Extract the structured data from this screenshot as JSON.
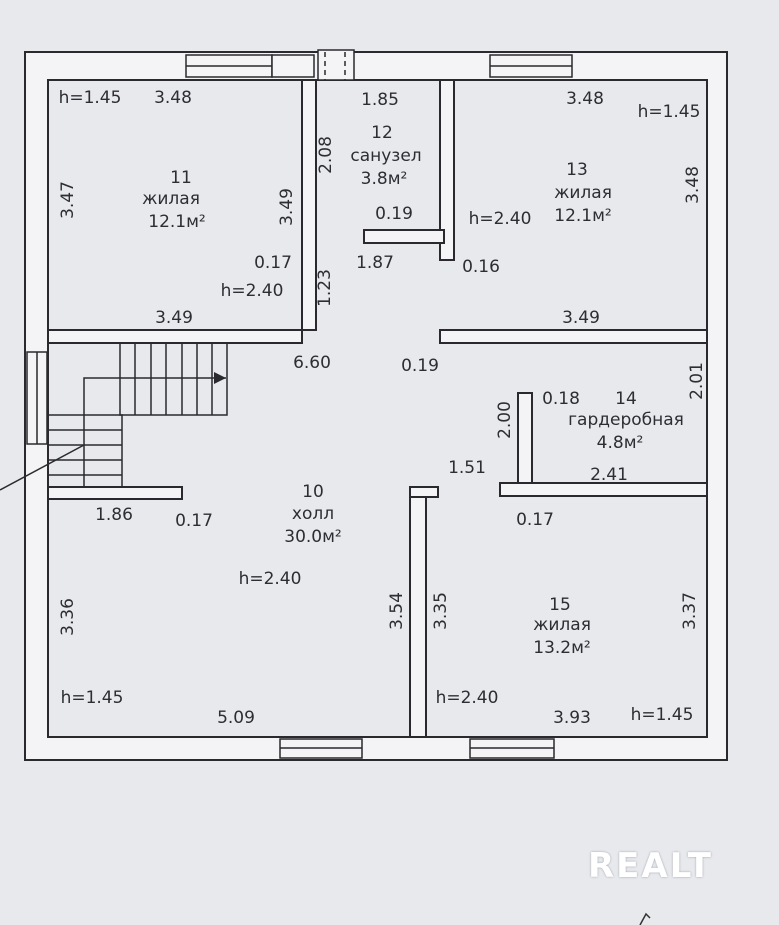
{
  "rooms": [
    {
      "num": "11",
      "type": "жилая",
      "area": "12.1м²"
    },
    {
      "num": "12",
      "type": "санузел",
      "area": "3.8м²"
    },
    {
      "num": "13",
      "type": "жилая",
      "area": "12.1м²"
    },
    {
      "num": "14",
      "type": "гардеробная",
      "area": "4.8м²"
    },
    {
      "num": "10",
      "type": "холл",
      "area": "30.0м²"
    },
    {
      "num": "15",
      "type": "жилая",
      "area": "13.2м²"
    }
  ],
  "heights": [
    "h=1.45",
    "h=1.45",
    "h=2.40",
    "h=2.40",
    "h=2.40",
    "h=1.45",
    "h=2.40",
    "h=1.45"
  ],
  "dims": [
    "3.48",
    "1.85",
    "3.48",
    "2.08",
    "3.47",
    "3.49",
    "3.48",
    "0.19",
    "0.17",
    "1.87",
    "0.16",
    "1.23",
    "3.49",
    "3.49",
    "6.60",
    "0.19",
    "0.18",
    "2.00",
    "2.01",
    "1.51",
    "2.41",
    "1.86",
    "0.17",
    "0.17",
    "3.36",
    "3.54",
    "3.35",
    "3.37",
    "5.09",
    "3.93"
  ],
  "watermark": "REALT"
}
